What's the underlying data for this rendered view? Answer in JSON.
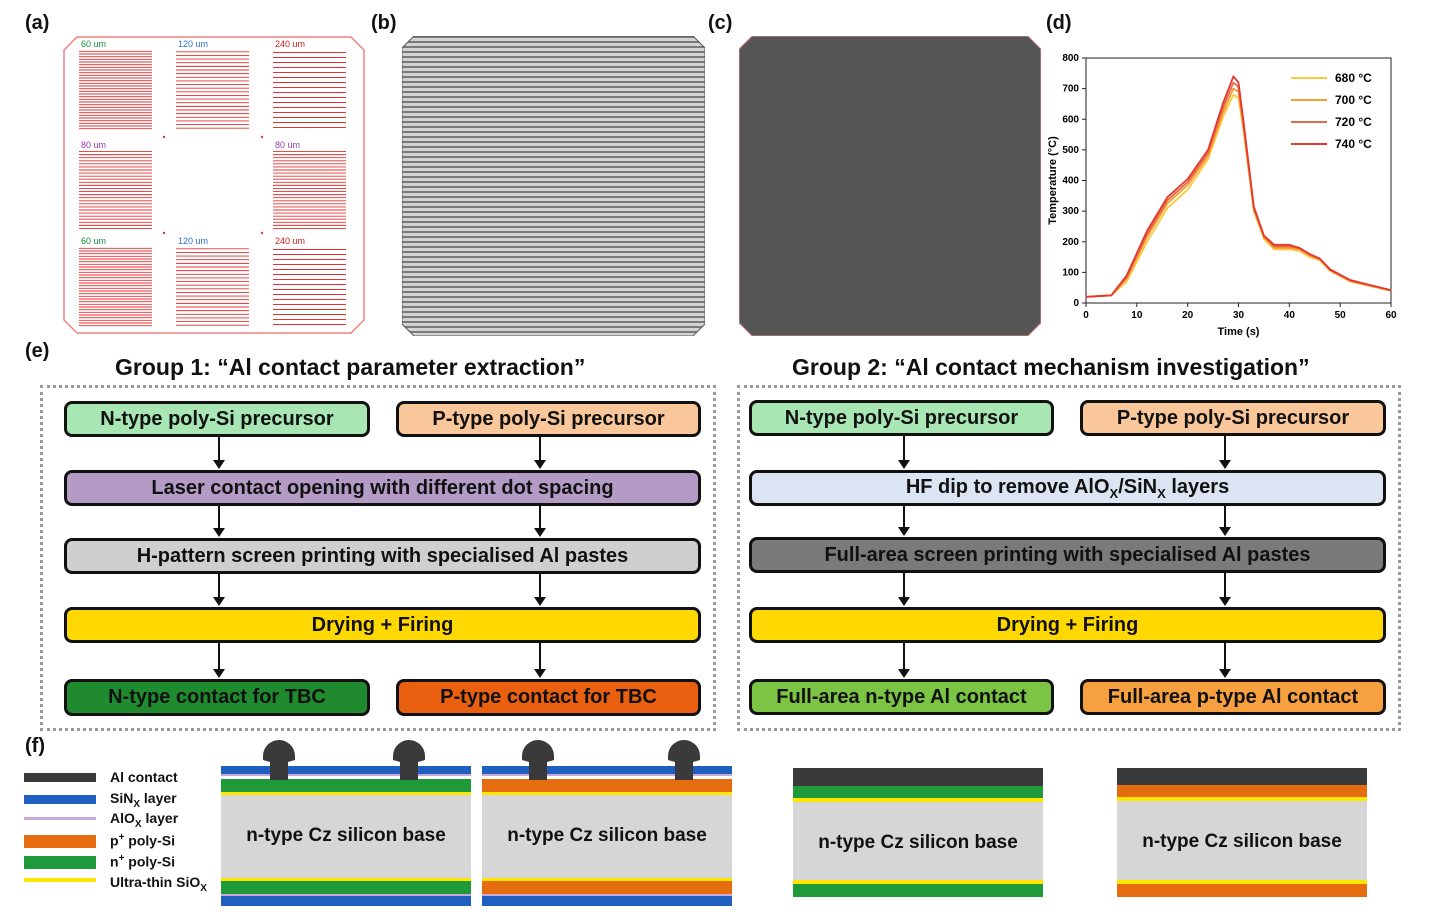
{
  "panels": {
    "a": "(a)",
    "b": "(b)",
    "c": "(c)",
    "d": "(d)",
    "e": "(e)",
    "f": "(f)"
  },
  "panel_a": {
    "labels": [
      "60 um",
      "120 um",
      "240 um",
      "80 um",
      "80 um",
      "60 um",
      "120 um",
      "240 um"
    ],
    "label_colors": {
      "60 um": "#1a8f3a",
      "120 um": "#2a6fd0",
      "240 um": "#d02020",
      "80 um": "#9a3aa8"
    },
    "line_color": "#e53030"
  },
  "colors": {
    "n_precursor": "#a8e6b4",
    "p_precursor": "#f9c79a",
    "laser": "#b39bc6",
    "hf": "#dbe4f2",
    "hpattern": "#cfcfcf",
    "fullarea_print": "#7a7a7a",
    "firing": "#ffd800",
    "n_contact": "#1f8a2e",
    "p_contact": "#e86010",
    "n_fullarea": "#7cc444",
    "p_fullarea": "#f6a040",
    "al": "#3a3a3a",
    "sinx": "#1f5fbf",
    "alox": "#c9a8d8",
    "p_poly": "#e66c10",
    "n_poly": "#1f9a3a",
    "siox": "#ffe600",
    "base": "#d6d6d6"
  },
  "group1": {
    "title": "Group 1: “Al contact parameter extraction”",
    "n_precursor": "N-type poly-Si precursor",
    "p_precursor": "P-type poly-Si precursor",
    "step2": "Laser contact opening with different dot spacing",
    "step3": "H-pattern screen printing with specialised Al pastes",
    "step4": "Drying + Firing",
    "n_out": "N-type contact for TBC",
    "p_out": "P-type contact for TBC"
  },
  "group2": {
    "title": "Group 2: “Al contact mechanism investigation”",
    "n_precursor": "N-type poly-Si precursor",
    "p_precursor": "P-type poly-Si precursor",
    "step2_prefix": "HF dip to remove AlO",
    "step2_sub1": "X",
    "step2_mid": "/SiN",
    "step2_sub2": "X",
    "step2_suffix": " layers",
    "step3": "Full-area screen printing with specialised Al pastes",
    "step4": "Drying + Firing",
    "n_out": "Full-area n-type Al contact",
    "p_out": "Full-area p-type Al contact"
  },
  "legend": {
    "al": "Al contact",
    "sinx_main": "SiN",
    "sinx_sub": "X",
    "sinx_rest": " layer",
    "alox_main": "AlO",
    "alox_sub": "X",
    "alox_rest": " layer",
    "p_main": "p",
    "p_sup": "+",
    "p_rest": " poly-Si",
    "n_main": "n",
    "n_sup": "+",
    "n_rest": " poly-Si",
    "siox_main": "Ultra-thin SiO",
    "siox_sub": "X"
  },
  "base_label": "n-type Cz silicon base",
  "chart_data": {
    "type": "line",
    "xlabel": "Time (s)",
    "ylabel": "Temperature (°C)",
    "xlim": [
      0,
      60
    ],
    "ylim": [
      0,
      800
    ],
    "xticks": [
      0,
      10,
      20,
      30,
      40,
      50,
      60
    ],
    "yticks": [
      0,
      100,
      200,
      300,
      400,
      500,
      600,
      700,
      800
    ],
    "legend_position": "top-right",
    "series": [
      {
        "name": "680 °C",
        "color": "#ffc83a",
        "x": [
          0,
          5,
          8,
          12,
          16,
          20,
          24,
          27,
          29,
          30,
          31,
          33,
          35,
          37,
          40,
          42,
          44,
          46,
          48,
          52,
          56,
          60
        ],
        "y": [
          20,
          25,
          70,
          200,
          310,
          370,
          470,
          610,
          680,
          670,
          560,
          300,
          210,
          175,
          175,
          170,
          150,
          140,
          105,
          70,
          55,
          40
        ]
      },
      {
        "name": "700 °C",
        "color": "#f5a030",
        "x": [
          0,
          5,
          8,
          12,
          16,
          20,
          24,
          27,
          29,
          30,
          31,
          33,
          35,
          37,
          40,
          42,
          44,
          46,
          48,
          52,
          56,
          60
        ],
        "y": [
          20,
          25,
          80,
          215,
          325,
          385,
          480,
          625,
          700,
          690,
          570,
          305,
          215,
          180,
          180,
          175,
          155,
          142,
          107,
          72,
          56,
          40
        ]
      },
      {
        "name": "720 °C",
        "color": "#e06a4a",
        "x": [
          0,
          5,
          8,
          12,
          16,
          20,
          24,
          27,
          29,
          30,
          31,
          33,
          35,
          37,
          40,
          42,
          44,
          46,
          48,
          52,
          56,
          60
        ],
        "y": [
          20,
          25,
          85,
          225,
          335,
          395,
          490,
          640,
          720,
          705,
          580,
          310,
          218,
          185,
          185,
          178,
          158,
          144,
          108,
          73,
          57,
          41
        ]
      },
      {
        "name": "740 °C",
        "color": "#e8382e",
        "x": [
          0,
          5,
          8,
          12,
          16,
          20,
          24,
          27,
          29,
          30,
          31,
          33,
          35,
          37,
          40,
          42,
          44,
          46,
          48,
          52,
          56,
          60
        ],
        "y": [
          20,
          25,
          90,
          235,
          345,
          405,
          500,
          655,
          740,
          720,
          590,
          315,
          220,
          190,
          190,
          180,
          160,
          145,
          110,
          75,
          58,
          42
        ]
      }
    ]
  }
}
